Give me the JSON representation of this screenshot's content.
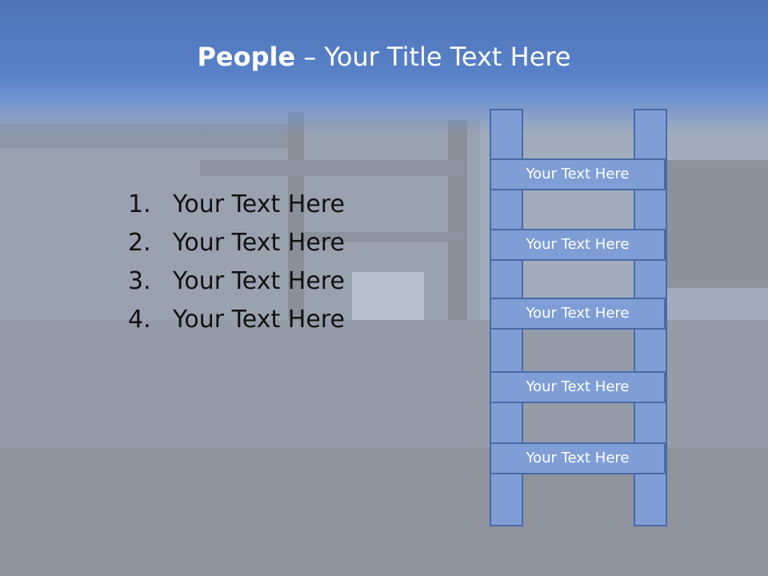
{
  "title": {
    "bold": "People",
    "rest": " – Your Title Text Here"
  },
  "list": [
    {
      "num": "1.",
      "text": "Your Text Here"
    },
    {
      "num": "2.",
      "text": "Your Text Here"
    },
    {
      "num": "3.",
      "text": "Your Text Here"
    },
    {
      "num": "4.",
      "text": "Your Text Here"
    }
  ],
  "ladder": [
    "Your Text Here",
    "Your Text Here",
    "Your Text Here",
    "Your Text Here",
    "Your Text Here"
  ],
  "colors": {
    "title_band": "#5881c8",
    "ladder_fill": "#7f9ed6",
    "ladder_border": "#4a6aa8"
  }
}
